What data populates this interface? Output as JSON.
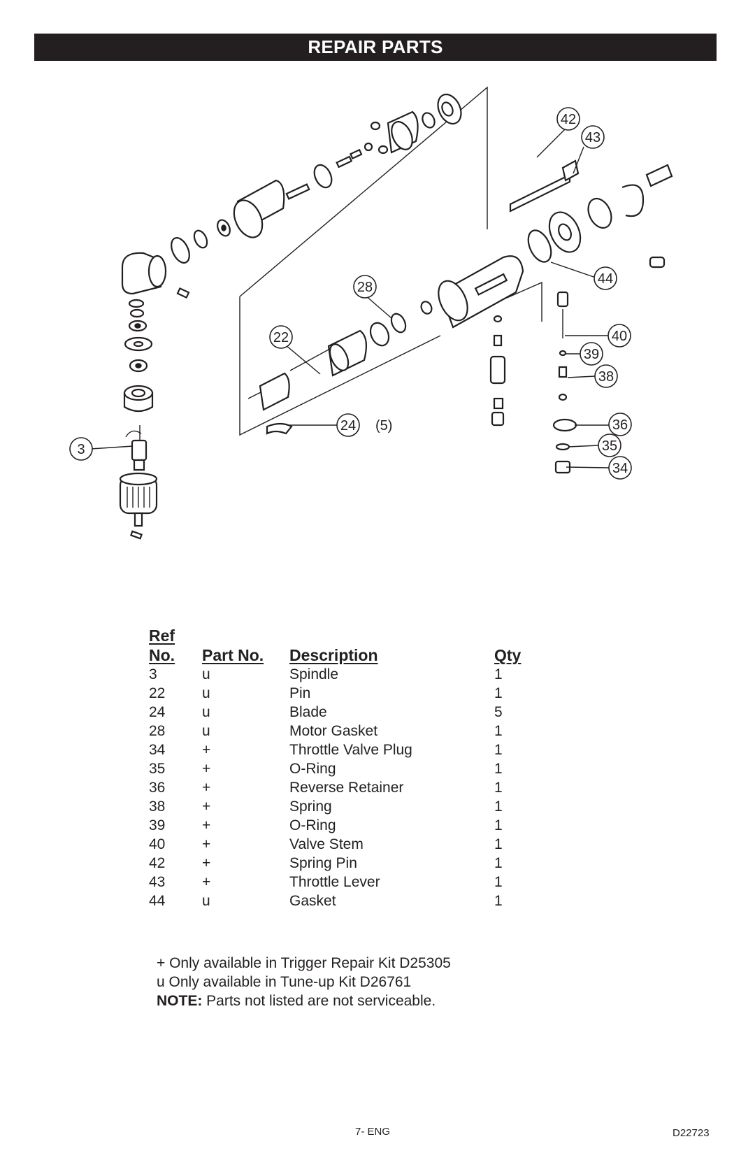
{
  "header": {
    "title": "REPAIR PARTS"
  },
  "diagram": {
    "callouts": [
      {
        "ref": "3",
        "label": "3"
      },
      {
        "ref": "22",
        "label": "22"
      },
      {
        "ref": "24",
        "label": "24"
      },
      {
        "ref": "28",
        "label": "28"
      },
      {
        "ref": "34",
        "label": "34"
      },
      {
        "ref": "35",
        "label": "35"
      },
      {
        "ref": "36",
        "label": "36"
      },
      {
        "ref": "38",
        "label": "38"
      },
      {
        "ref": "39",
        "label": "39"
      },
      {
        "ref": "40",
        "label": "40"
      },
      {
        "ref": "42",
        "label": "42"
      },
      {
        "ref": "43",
        "label": "43"
      },
      {
        "ref": "44",
        "label": "44"
      }
    ],
    "blade_qty_note": "(5)"
  },
  "table": {
    "headers": {
      "ref_line1": "Ref",
      "ref_line2": "No.",
      "part_no": "Part No.",
      "description": "Description",
      "qty": "Qty"
    },
    "rows": [
      {
        "ref": "3",
        "part": "u",
        "desc": "Spindle",
        "qty": "1"
      },
      {
        "ref": "22",
        "part": "u",
        "desc": "Pin",
        "qty": "1"
      },
      {
        "ref": "24",
        "part": "u",
        "desc": "Blade",
        "qty": "5"
      },
      {
        "ref": "28",
        "part": "u",
        "desc": "Motor Gasket",
        "qty": "1"
      },
      {
        "ref": "34",
        "part": "+",
        "desc": "Throttle Valve Plug",
        "qty": "1"
      },
      {
        "ref": "35",
        "part": "+",
        "desc": "O-Ring",
        "qty": "1"
      },
      {
        "ref": "36",
        "part": "+",
        "desc": "Reverse Retainer",
        "qty": "1"
      },
      {
        "ref": "38",
        "part": "+",
        "desc": "Spring",
        "qty": "1"
      },
      {
        "ref": "39",
        "part": "+",
        "desc": "O-Ring",
        "qty": "1"
      },
      {
        "ref": "40",
        "part": "+",
        "desc": "Valve Stem",
        "qty": "1"
      },
      {
        "ref": "42",
        "part": "+",
        "desc": "Spring Pin",
        "qty": "1"
      },
      {
        "ref": "43",
        "part": "+",
        "desc": "Throttle Lever",
        "qty": "1"
      },
      {
        "ref": "44",
        "part": "u",
        "desc": "Gasket",
        "qty": "1"
      }
    ]
  },
  "notes": {
    "trigger_kit": "+ Only available in Trigger Repair Kit D25305",
    "tuneup_kit": "u Only available in Tune-up Kit D26761",
    "note_label": "NOTE:",
    "note_text": " Parts not listed are not serviceable."
  },
  "footer": {
    "page": "7- ENG",
    "doc_number": "D22723"
  }
}
